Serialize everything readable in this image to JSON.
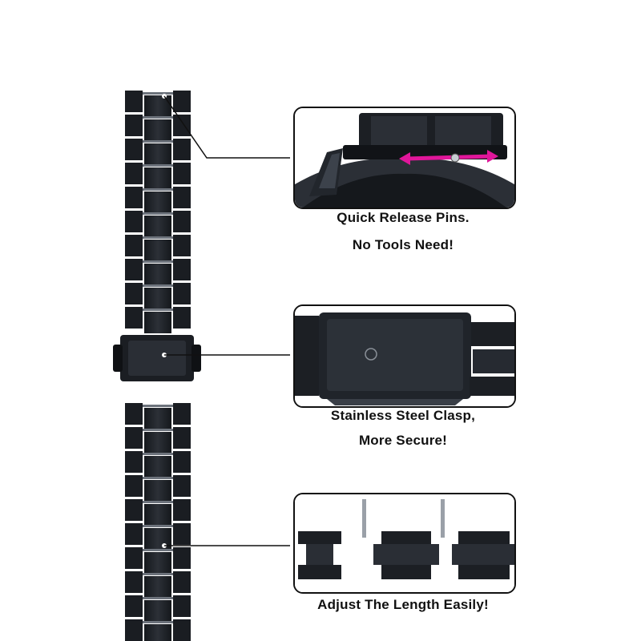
{
  "product": {
    "name": "stainless-steel-link-watch-band",
    "color": "#1c1f24"
  },
  "features": [
    {
      "id": "quick-release",
      "line1": "Quick Release Pins.",
      "line2": "No Tools Need!"
    },
    {
      "id": "clasp",
      "line1": "Stainless Steel Clasp,",
      "line2": "More Secure!"
    },
    {
      "id": "adjust",
      "line1": "Adjust The Length Easily!"
    }
  ],
  "colors": {
    "metal_dark": "#1c1f24",
    "metal_mid": "#3a3f47",
    "metal_highlight": "#8a9098",
    "arrow": "#e0169a"
  }
}
